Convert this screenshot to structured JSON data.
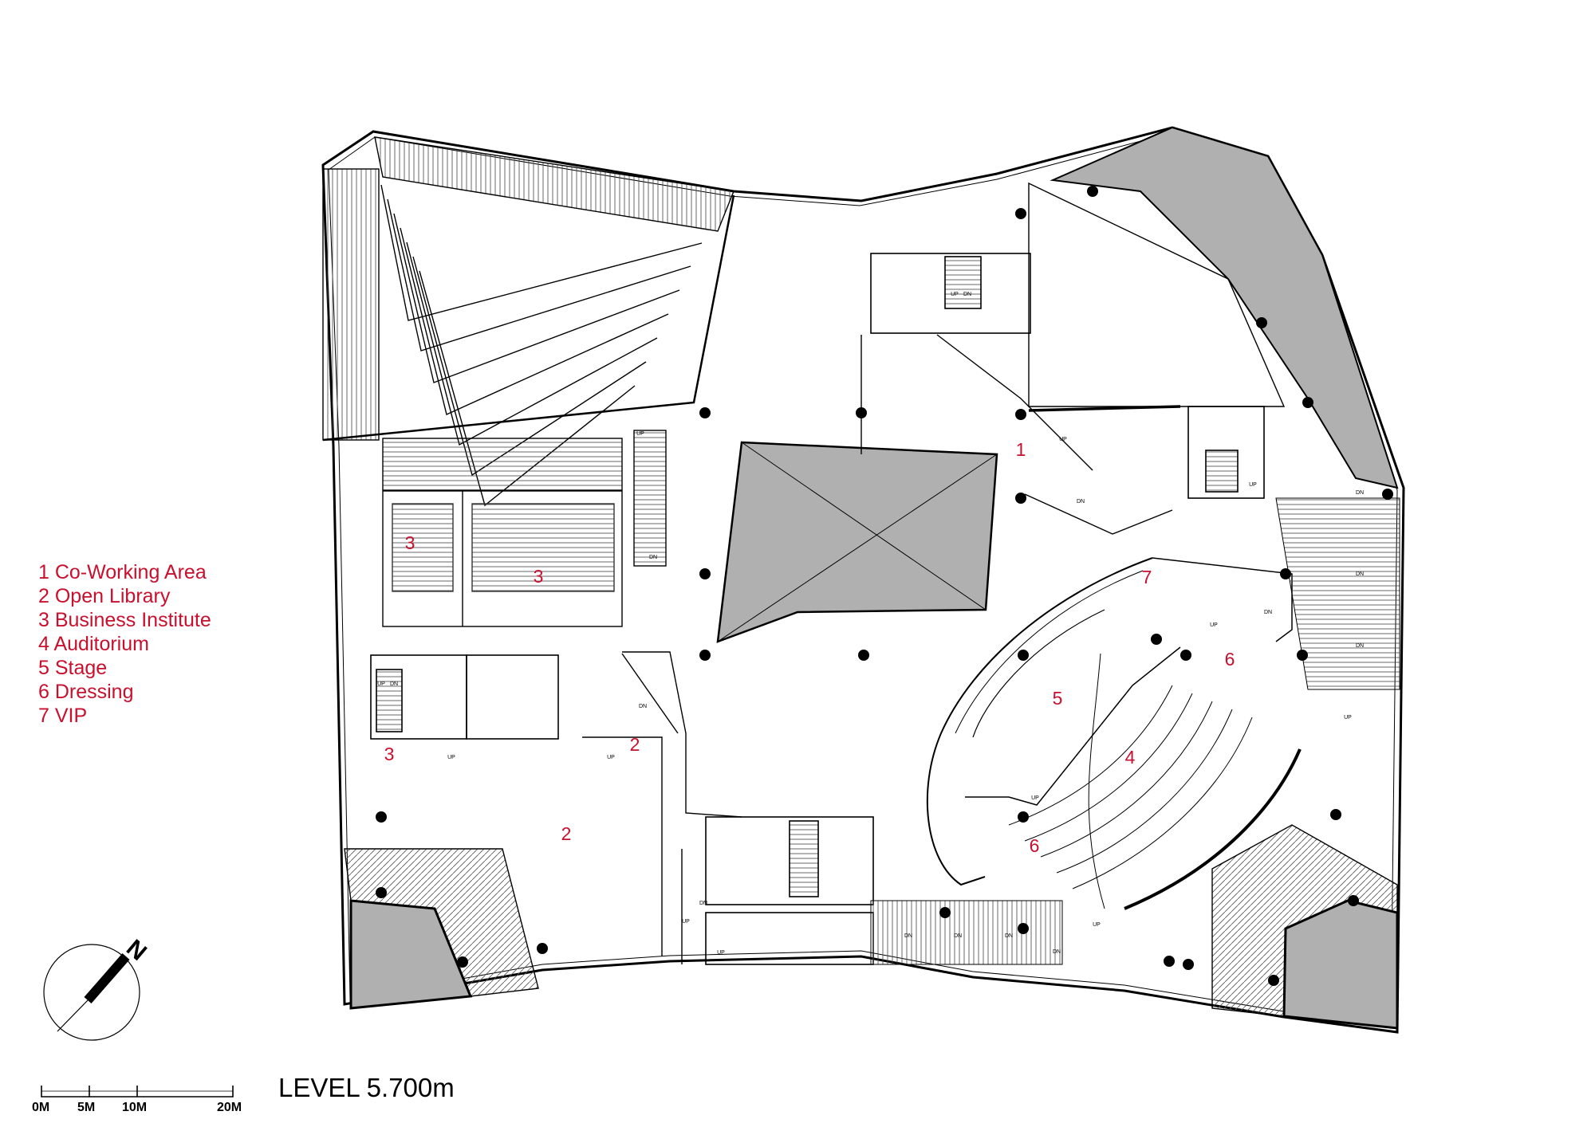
{
  "legend": [
    "1 Co-Working Area",
    "2 Open Library",
    "3 Business Institute",
    "4 Auditorium",
    "5 Stage",
    "6 Dressing",
    "7 VIP"
  ],
  "room_numbers": {
    "co_working": "1",
    "open_library": "2",
    "business_institute": "3",
    "auditorium": "4",
    "stage": "5",
    "dressing": "6",
    "vip": "7"
  },
  "stair_marks": {
    "up": "UP",
    "down": "DN"
  },
  "level_title": "LEVEL 5.700m",
  "scale_bar": {
    "labels": [
      "0M",
      "5M",
      "10M",
      "20M"
    ]
  },
  "north_label": "N",
  "colors": {
    "label_red": "#c8102e",
    "fill_gray": "#b0b0b0",
    "line": "#000000"
  }
}
